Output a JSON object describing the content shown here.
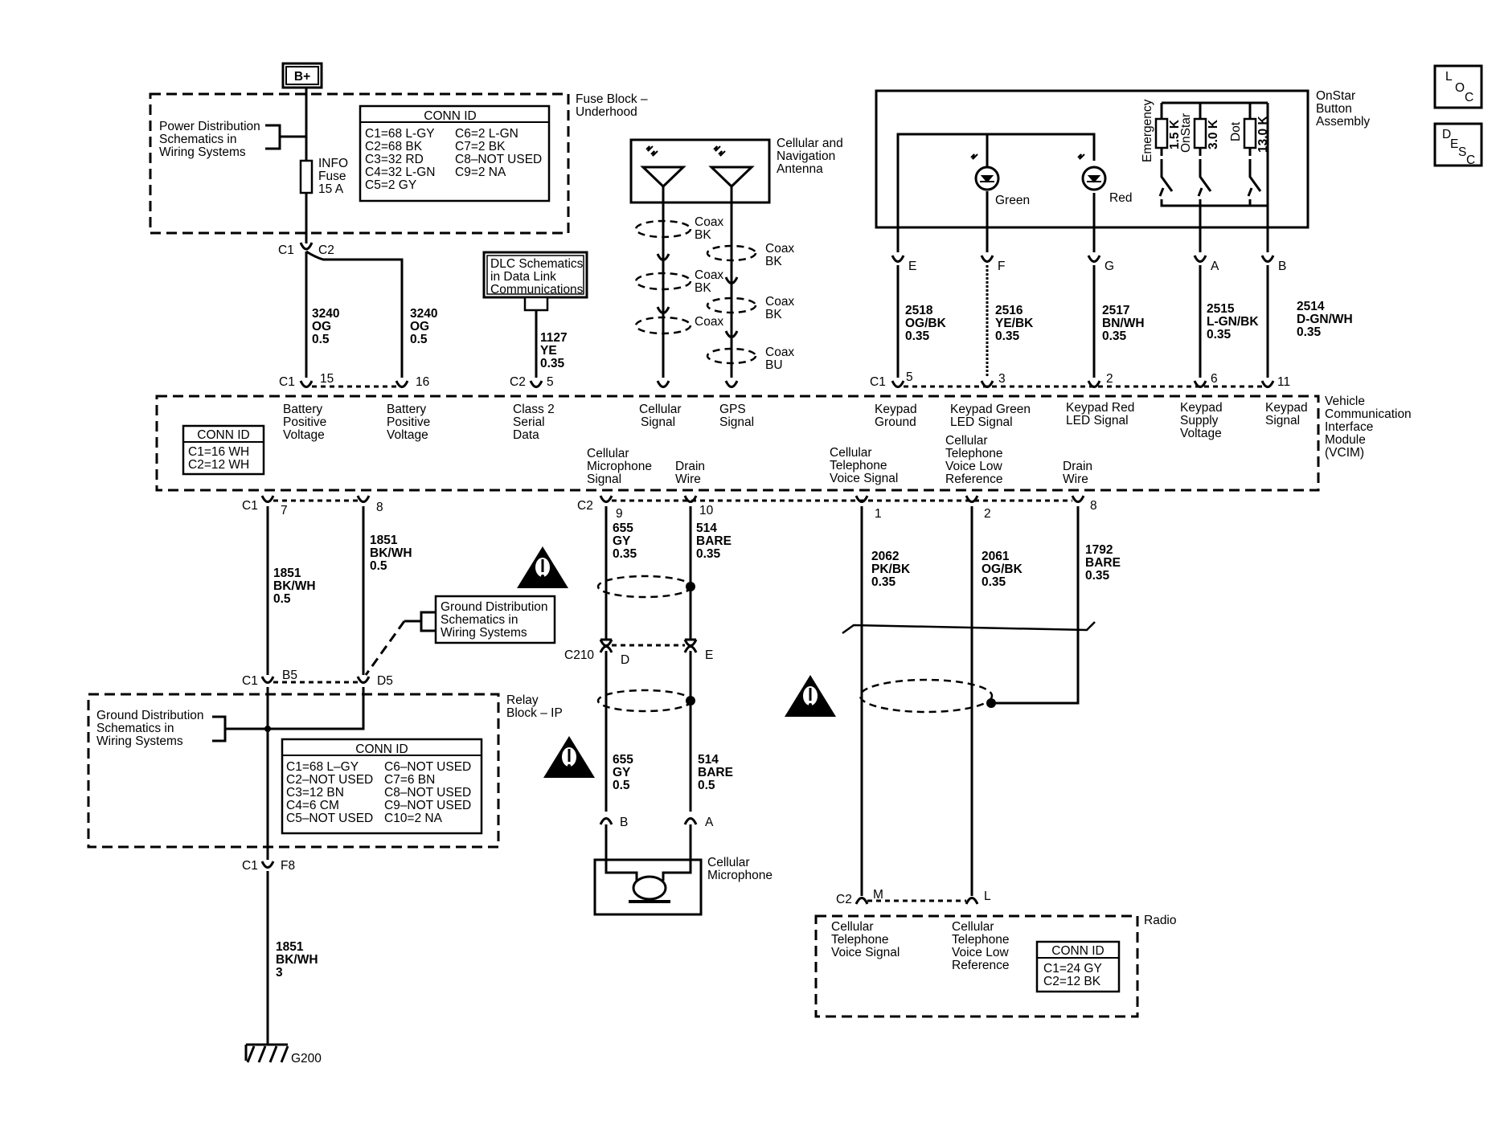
{
  "battery": "B+",
  "fuse_block": {
    "title1": "Fuse Block –",
    "title2": "Underhood",
    "ref1": "Power Distribution",
    "ref2": "Schematics in",
    "ref3": "Wiring Systems",
    "fuse1": "INFO",
    "fuse2": "Fuse",
    "fuse3": "15 A",
    "conn_title": "CONN ID",
    "conn_left": [
      "C1=68 L-GY",
      "C2=68 BK",
      "C3=32 RD",
      "C4=32 L-GN",
      "C5=2 GY"
    ],
    "conn_right": [
      "C6=2 L-GN",
      "C7=2 BK",
      "C8–NOT USED",
      "C9=2 NA"
    ],
    "c1": "C1",
    "c2": "C2"
  },
  "dlc": {
    "l1": "DLC Schematics",
    "l2": "in Data Link",
    "l3": "Communications"
  },
  "antenna": {
    "l1": "Cellular and",
    "l2": "Navigation",
    "l3": "Antenna"
  },
  "onstar": {
    "l1": "OnStar",
    "l2": "Button",
    "l3": "Assembly",
    "green": "Green",
    "red": "Red",
    "sw1": "Emergency",
    "sw2": "OnStar",
    "sw3": "Dot",
    "r1": "1.5 K",
    "r2": "3.0 K",
    "r3": "13.0 K"
  },
  "loc": {
    "a": "L",
    "b": "O",
    "c": "C"
  },
  "desc": {
    "a": "D",
    "b": "E",
    "c": "S",
    "d": "C"
  },
  "wires_top": [
    {
      "num": "3240",
      "color": "OG",
      "size": "0.5"
    },
    {
      "num": "3240",
      "color": "OG",
      "size": "0.5"
    },
    {
      "num": "1127",
      "color": "YE",
      "size": "0.35"
    },
    {
      "num": "2518",
      "color": "OG/BK",
      "size": "0.35"
    },
    {
      "num": "2516",
      "color": "YE/BK",
      "size": "0.35"
    },
    {
      "num": "2517",
      "color": "BN/WH",
      "size": "0.35"
    },
    {
      "num": "2515",
      "color": "L-GN/BK",
      "size": "0.35"
    },
    {
      "num": "2514",
      "color": "D-GN/WH",
      "size": "0.35"
    }
  ],
  "onstar_pins": [
    "E",
    "F",
    "G",
    "A",
    "B"
  ],
  "coax": [
    {
      "a": "Coax",
      "b": "BK"
    },
    {
      "a": "Coax",
      "b": "BK"
    },
    {
      "a": "Coax",
      "b": "BK"
    },
    {
      "a": "Coax",
      "b": "BK"
    },
    {
      "a": "Coax",
      "b": ""
    },
    {
      "a": "Coax",
      "b": "BU"
    }
  ],
  "vcim": {
    "title": [
      "Vehicle",
      "Communication",
      "Interface",
      "Module",
      "(VCIM)"
    ],
    "conn_title": "CONN ID",
    "conn": [
      "C1=16 WH",
      "C2=12 WH"
    ],
    "top_c1": "C1",
    "top_c2": "C2",
    "top_c1b": "C1",
    "top_pins": [
      "15",
      "16",
      "5",
      "5",
      "3",
      "2",
      "6",
      "11"
    ],
    "top_labels": [
      [
        "Battery",
        "Positive",
        "Voltage"
      ],
      [
        "Battery",
        "Positive",
        "Voltage"
      ],
      [
        "Class 2",
        "Serial",
        "Data"
      ],
      [
        "Cellular",
        "Signal"
      ],
      [
        "GPS",
        "Signal"
      ],
      [
        "Keypad",
        "Ground"
      ],
      [
        "Keypad Green",
        "LED Signal"
      ],
      [
        "Keypad Red",
        "LED Signal"
      ],
      [
        "Keypad",
        "Supply",
        "Voltage"
      ],
      [
        "Keypad",
        "Signal"
      ]
    ],
    "bottom_labels": [
      [
        "Cellular",
        "Microphone",
        "Signal"
      ],
      [
        "Drain",
        "Wire"
      ],
      [
        "Cellular",
        "Telephone",
        "Voice Signal"
      ],
      [
        "Cellular",
        "Telephone",
        "Voice Low",
        "Reference"
      ],
      [
        "Drain",
        "Wire"
      ]
    ],
    "bot_c1": "C1",
    "bot_c2": "C2",
    "bot_pins": [
      "7",
      "8",
      "9",
      "10",
      "1",
      "2",
      "8"
    ]
  },
  "wires_mid": [
    {
      "num": "1851",
      "color": "BK/WH",
      "size": "0.5"
    },
    {
      "num": "1851",
      "color": "BK/WH",
      "size": "0.5"
    },
    {
      "num": "655",
      "color": "GY",
      "size": "0.35"
    },
    {
      "num": "514",
      "color": "BARE",
      "size": "0.35"
    },
    {
      "num": "2062",
      "color": "PK/BK",
      "size": "0.35"
    },
    {
      "num": "2061",
      "color": "OG/BK",
      "size": "0.35"
    },
    {
      "num": "1792",
      "color": "BARE",
      "size": "0.35"
    }
  ],
  "ground_ref_right": {
    "l1": "Ground Distribution",
    "l2": "Schematics in",
    "l3": "Wiring Systems"
  },
  "relay": {
    "title1": "Relay",
    "title2": "Block – IP",
    "ref1": "Ground Distribution",
    "ref2": "Schematics in",
    "ref3": "Wiring Systems",
    "c1": "C1",
    "b5": "B5",
    "d5": "D5",
    "c1b": "C1",
    "f8": "F8",
    "conn_title": "CONN ID",
    "conn_left": [
      "C1=68 L–GY",
      "C2–NOT USED",
      "C3=12 BN",
      "C4=6 CM",
      "C5–NOT USED"
    ],
    "conn_right": [
      "C6–NOT USED",
      "C7=6 BN",
      "C8–NOT USED",
      "C9–NOT USED",
      "C10=2 NA"
    ]
  },
  "c210": {
    "name": "C210",
    "d": "D",
    "e": "E"
  },
  "wires_low": [
    {
      "num": "655",
      "color": "GY",
      "size": "0.5"
    },
    {
      "num": "514",
      "color": "BARE",
      "size": "0.5"
    },
    {
      "num": "1851",
      "color": "BK/WH",
      "size": "3"
    }
  ],
  "mic": {
    "b": "B",
    "a": "A",
    "l1": "Cellular",
    "l2": "Microphone"
  },
  "ground": "G200",
  "radio": {
    "title": "Radio",
    "c2": "C2",
    "m": "M",
    "l": "L",
    "conn_title": "CONN ID",
    "conn": [
      "C1=24 GY",
      "C2=12 BK"
    ],
    "lab1": [
      "Cellular",
      "Telephone",
      "Voice Signal"
    ],
    "lab2": [
      "Cellular",
      "Telephone",
      "Voice Low",
      "Reference"
    ]
  }
}
